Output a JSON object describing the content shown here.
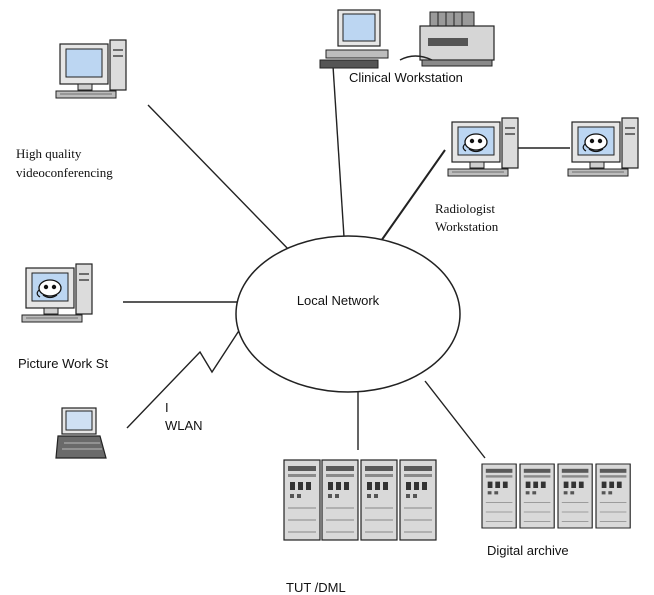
{
  "diagram": {
    "hub_label": "Local Network",
    "nodes": {
      "clinical_workstation": "Clinical Workstation",
      "videoconf_line1": "High quality",
      "videoconf_line2": "videoconferencing",
      "radiologist_line1": "Radiologist",
      "radiologist_line2": "Workstation",
      "picture_work_st": "Picture Work St",
      "wlan_mark": "I",
      "wlan": "WLAN",
      "tut_dml": "TUT /DML",
      "digital_archive": "Digital archive"
    },
    "icons": [
      "desktop-computer-icon",
      "printer-icon",
      "laptop-icon",
      "server-rack-icon",
      "lightning-link-icon"
    ],
    "colors": {
      "line": "#222222",
      "screen": "#bcd6f2",
      "equipment": "#d6d6d6",
      "panel": "#5a5a5a"
    }
  }
}
